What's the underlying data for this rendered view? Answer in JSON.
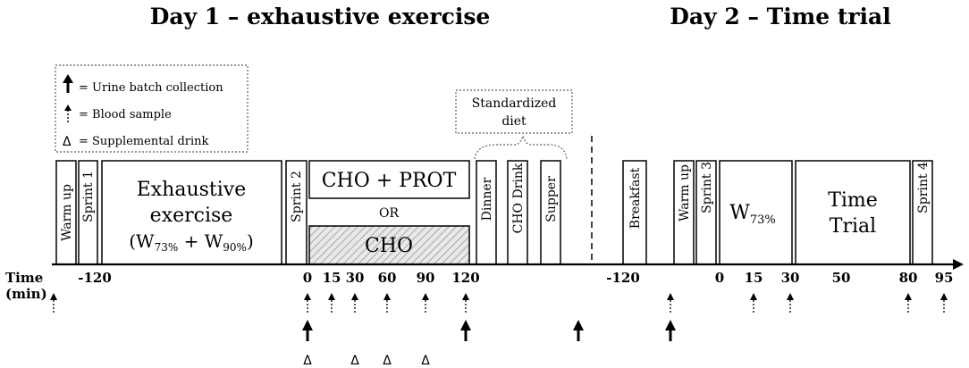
{
  "headings": {
    "day1": "Day 1 – exhaustive exercise",
    "day2": "Day 2 – Time trial"
  },
  "legend": {
    "urine": "= Urine batch collection",
    "blood": "= Blood sample",
    "drink_symbol": "Δ",
    "drink": "= Supplemental drink"
  },
  "diet_note": {
    "line1": "Standardized",
    "line2": "diet"
  },
  "blocks": {
    "warm_up_1": "Warm up",
    "sprint_1": "Sprint 1",
    "exhaustive_line1": "Exhaustive",
    "exhaustive_line2": "exercise",
    "exhaustive_line3_open": "(W",
    "exhaustive_sub1": "73%",
    "exhaustive_plus": " + W",
    "exhaustive_sub2": "90%",
    "exhaustive_close": ")",
    "sprint_2": "Sprint 2",
    "cho_prot": "CHO + PROT",
    "or": "OR",
    "cho": "CHO",
    "dinner": "Dinner",
    "cho_drink": "CHO Drink",
    "supper": "Supper",
    "breakfast": "Breakfast",
    "warm_up_2": "Warm up",
    "sprint_3": "Sprint 3",
    "w73_main": "W",
    "w73_sub": "73%",
    "time_trial_line1": "Time",
    "time_trial_line2": "Trial",
    "sprint_4": "Sprint 4"
  },
  "axis": {
    "label_line1": "Time",
    "label_line2": "(min)",
    "ticks_day1": [
      "-120",
      "0",
      "15",
      "30",
      "60",
      "90",
      "120"
    ],
    "ticks_day2": [
      "-120",
      "0",
      "15",
      "30",
      "50",
      "80",
      "95"
    ]
  }
}
